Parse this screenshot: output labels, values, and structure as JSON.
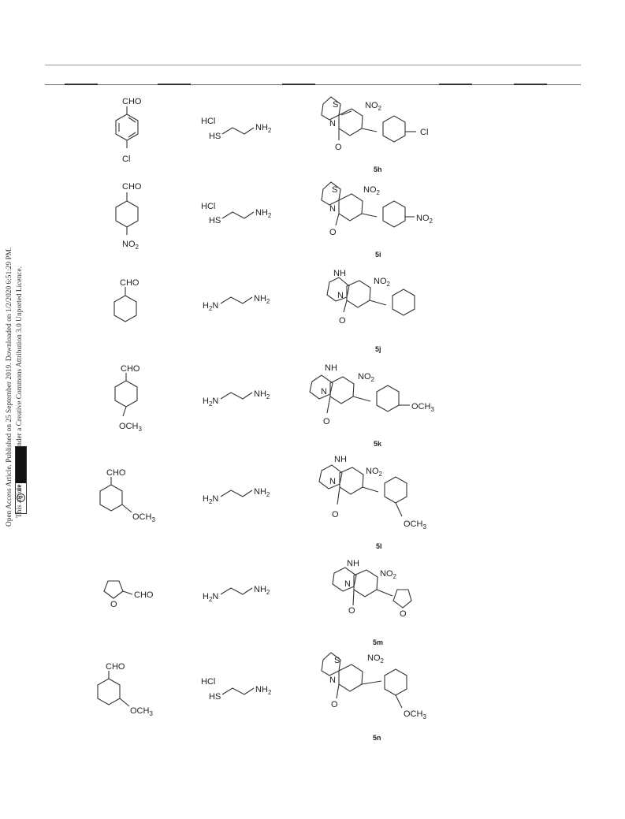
{
  "sidebar": {
    "line1": "Open Access Article. Published on 25 September 2019. Downloaded on 1/2/2020 6:51:29 PM.",
    "line2": "This article is licensed under a Creative Commons Attribution 3.0 Unported Licence.",
    "badge_cc": "cc",
    "badge_by": "BY"
  },
  "rows": [
    {
      "aldehyde": {
        "top": "CHO",
        "bottom": "Cl"
      },
      "amine": {
        "hcl": "HCl",
        "left": "HS",
        "right": "NH2"
      },
      "product": {
        "het": "S",
        "n": "N",
        "nitro": "NO2",
        "sub": "Cl",
        "o": "O",
        "label": "5h"
      }
    },
    {
      "aldehyde": {
        "top": "CHO",
        "bottom": "NO2"
      },
      "amine": {
        "hcl": "HCl",
        "left": "HS",
        "right": "NH2"
      },
      "product": {
        "het": "S",
        "n": "N",
        "nitro": "NO2",
        "sub": "NO2",
        "o": "O",
        "label": "5i"
      }
    },
    {
      "aldehyde": {
        "top": "CHO"
      },
      "amine": {
        "left": "H2N",
        "right": "NH2"
      },
      "product": {
        "het": "NH",
        "n": "N",
        "nitro": "NO2",
        "o": "O",
        "label": "5j"
      }
    },
    {
      "aldehyde": {
        "top": "CHO",
        "bottom": "OCH3"
      },
      "amine": {
        "left": "H2N",
        "right": "NH2"
      },
      "product": {
        "het": "NH",
        "n": "N",
        "nitro": "NO2",
        "sub": "OCH3",
        "o": "O",
        "label": "5k"
      }
    },
    {
      "aldehyde": {
        "top": "CHO",
        "meta": "OCH3"
      },
      "amine": {
        "left": "H2N",
        "right": "NH2"
      },
      "product": {
        "het": "NH",
        "n": "N",
        "nitro": "NO2",
        "sub": "OCH3",
        "o": "O",
        "label": "5l"
      }
    },
    {
      "aldehyde": {
        "side": "CHO",
        "ring_o": "O"
      },
      "amine": {
        "left": "H2N",
        "right": "NH2"
      },
      "product": {
        "het": "NH",
        "n": "N",
        "nitro": "NO2",
        "ring_o": "O",
        "o": "O",
        "label": "5m"
      }
    },
    {
      "aldehyde": {
        "top": "CHO",
        "meta": "OCH3"
      },
      "amine": {
        "hcl": "HCl",
        "left": "HS",
        "right": "NH2"
      },
      "product": {
        "het": "S",
        "n": "N",
        "nitro": "NO2",
        "sub": "OCH3",
        "o": "O",
        "label": "5n"
      }
    }
  ]
}
